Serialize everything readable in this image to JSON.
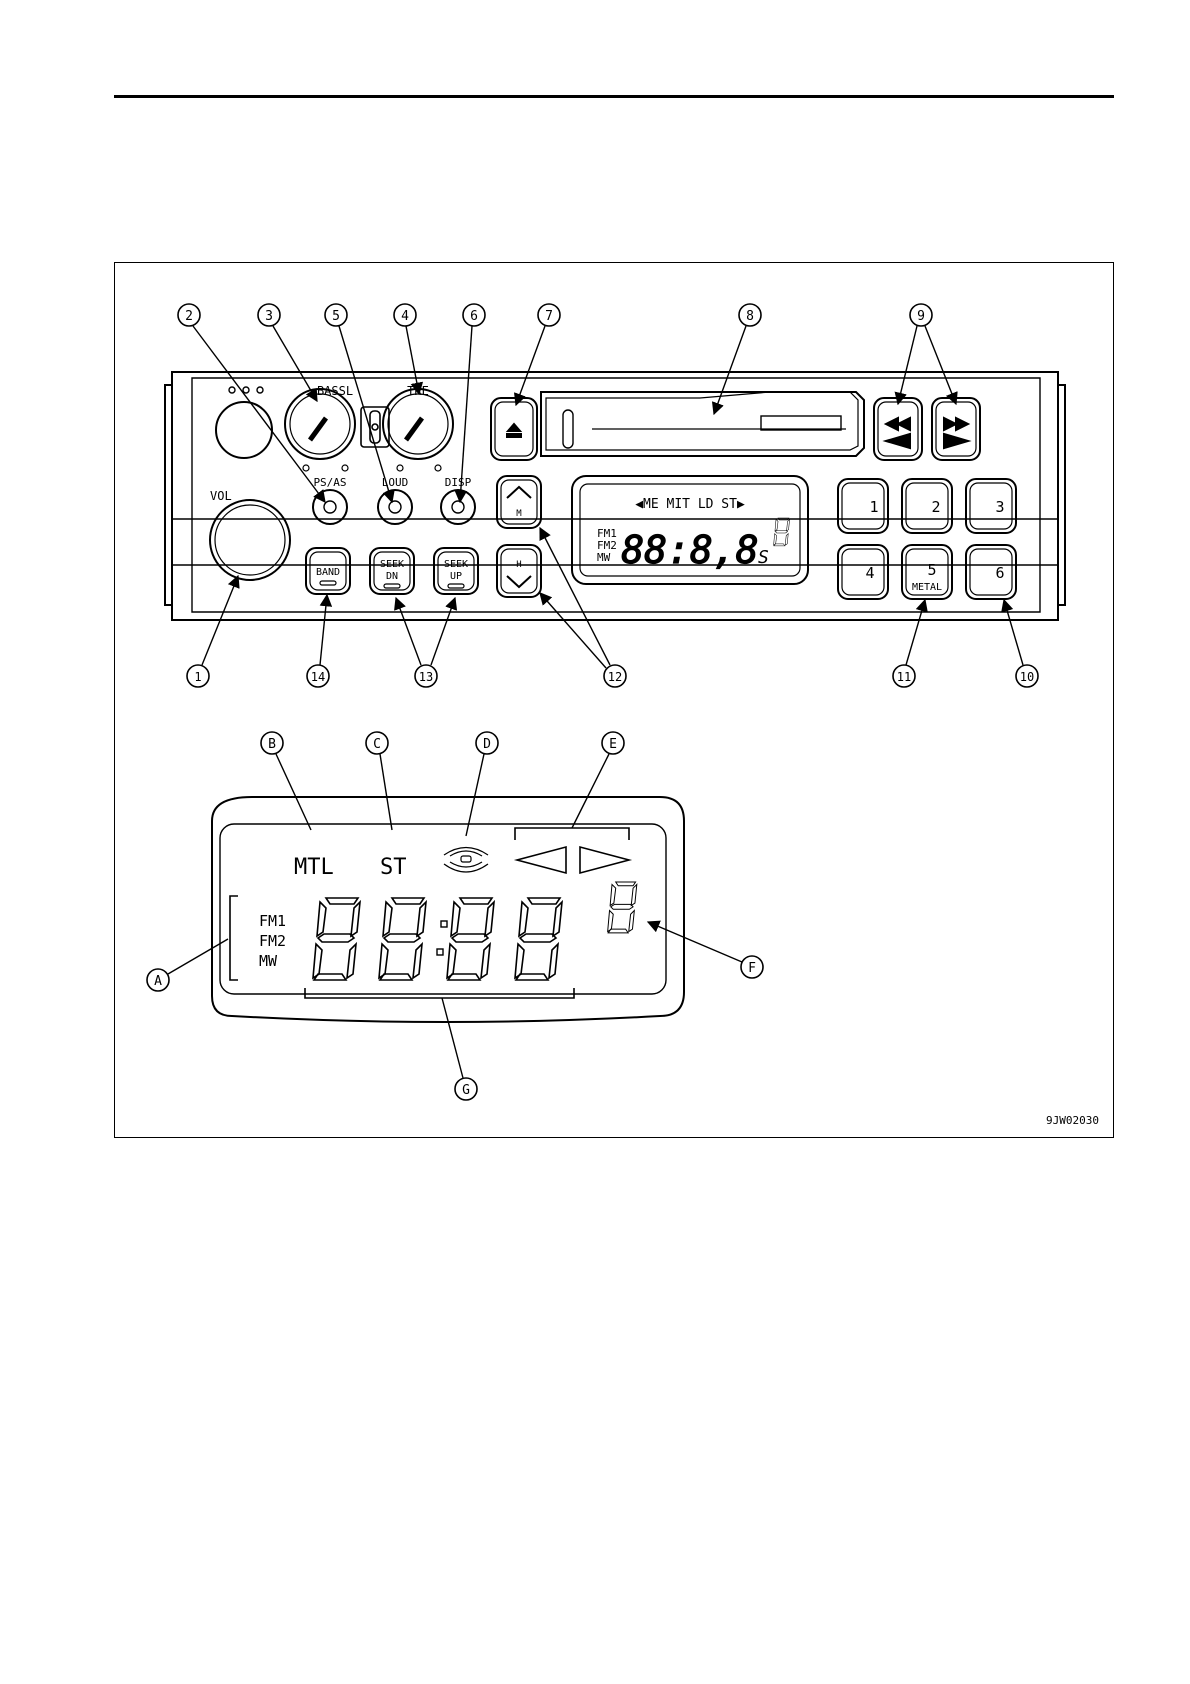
{
  "figure_id": "9JW02030",
  "radio": {
    "knobs": {
      "bass": "BASSL",
      "treble": "TRE",
      "volume": "VOL"
    },
    "buttons": {
      "ps_as": "PS/AS",
      "loud": "LOUD",
      "disp": "DISP",
      "band": "BAND",
      "seek_dn": [
        "SEEK",
        "DN"
      ],
      "seek_up": [
        "SEEK",
        "UP"
      ],
      "tune_up": "M",
      "tune_down": "H"
    },
    "presets": [
      "1",
      "2",
      "3",
      "4",
      "5",
      "6"
    ],
    "preset_5_sub": "METAL",
    "display": {
      "indicators": "◀ME MIT LD ST▶",
      "bands": [
        "FM1",
        "FM2",
        "MW"
      ],
      "digits": "88:8,8",
      "suffix": "S"
    }
  },
  "callouts_top": [
    "2",
    "3",
    "5",
    "4",
    "6",
    "7",
    "8",
    "9"
  ],
  "callouts_bottom": [
    "1",
    "14",
    "13",
    "12",
    "11",
    "10"
  ],
  "lcd_detail": {
    "labels": {
      "mtl": "MTL",
      "st": "ST"
    },
    "bands": [
      "FM1",
      "FM2",
      "MW"
    ],
    "callouts": [
      "A",
      "B",
      "C",
      "D",
      "E",
      "F",
      "G"
    ]
  }
}
